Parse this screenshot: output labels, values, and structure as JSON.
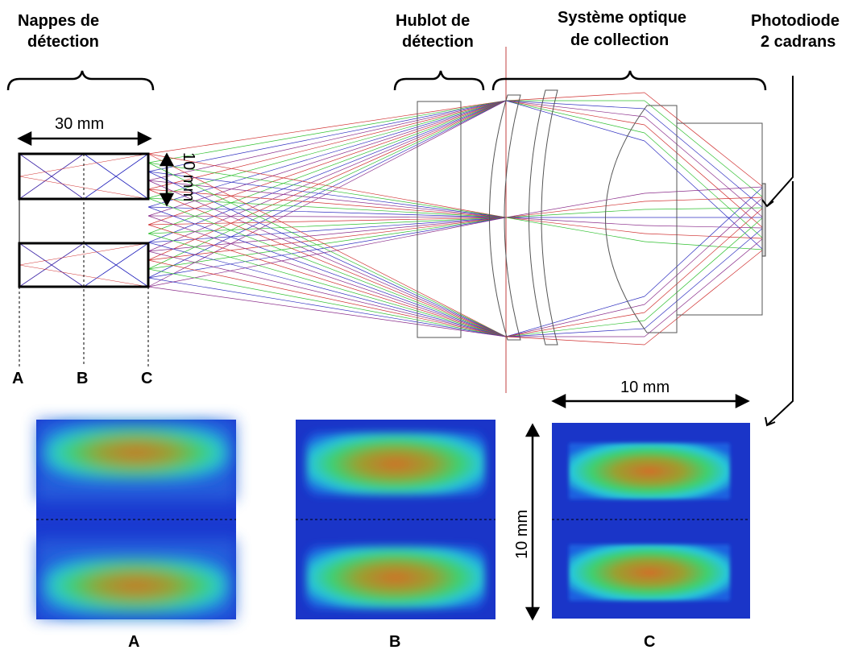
{
  "labels": {
    "nappes_line1": "Nappes de",
    "nappes_line2": "détection",
    "hublot_line1": "Hublot de",
    "hublot_line2": "détection",
    "systeme_line1": "Système optique",
    "systeme_line2": "de collection",
    "photodiode_line1": "Photodiode",
    "photodiode_line2": "2 cadrans"
  },
  "dimensions": {
    "width_sheets": "30 mm",
    "height_sheets": "10 mm",
    "detector_width": "10 mm",
    "detector_height": "10 mm"
  },
  "planes": [
    "A",
    "B",
    "C"
  ],
  "images": [
    {
      "id": "A",
      "label": "A"
    },
    {
      "id": "B",
      "label": "B"
    },
    {
      "id": "C",
      "label": "C"
    }
  ],
  "colors": {
    "ray_red": "#d03030",
    "ray_green": "#30c030",
    "ray_blue": "#3030c0",
    "ray_purple": "#8a2c8a",
    "axis": "#c04040",
    "image_bg": "#1a3ad0"
  }
}
